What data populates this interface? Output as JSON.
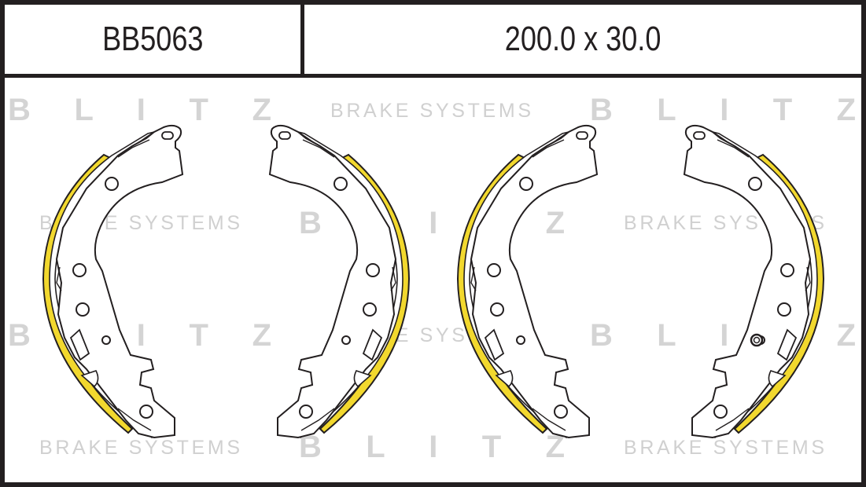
{
  "header": {
    "part_number": "BB5063",
    "dimensions": "200.0 x 30.0"
  },
  "watermark": {
    "brand": "B L I T Z",
    "tagline": "BRAKE SYSTEMS"
  },
  "colors": {
    "lining": "#f2d82e",
    "outline": "#231f20",
    "watermark": "#d0d0d0"
  }
}
